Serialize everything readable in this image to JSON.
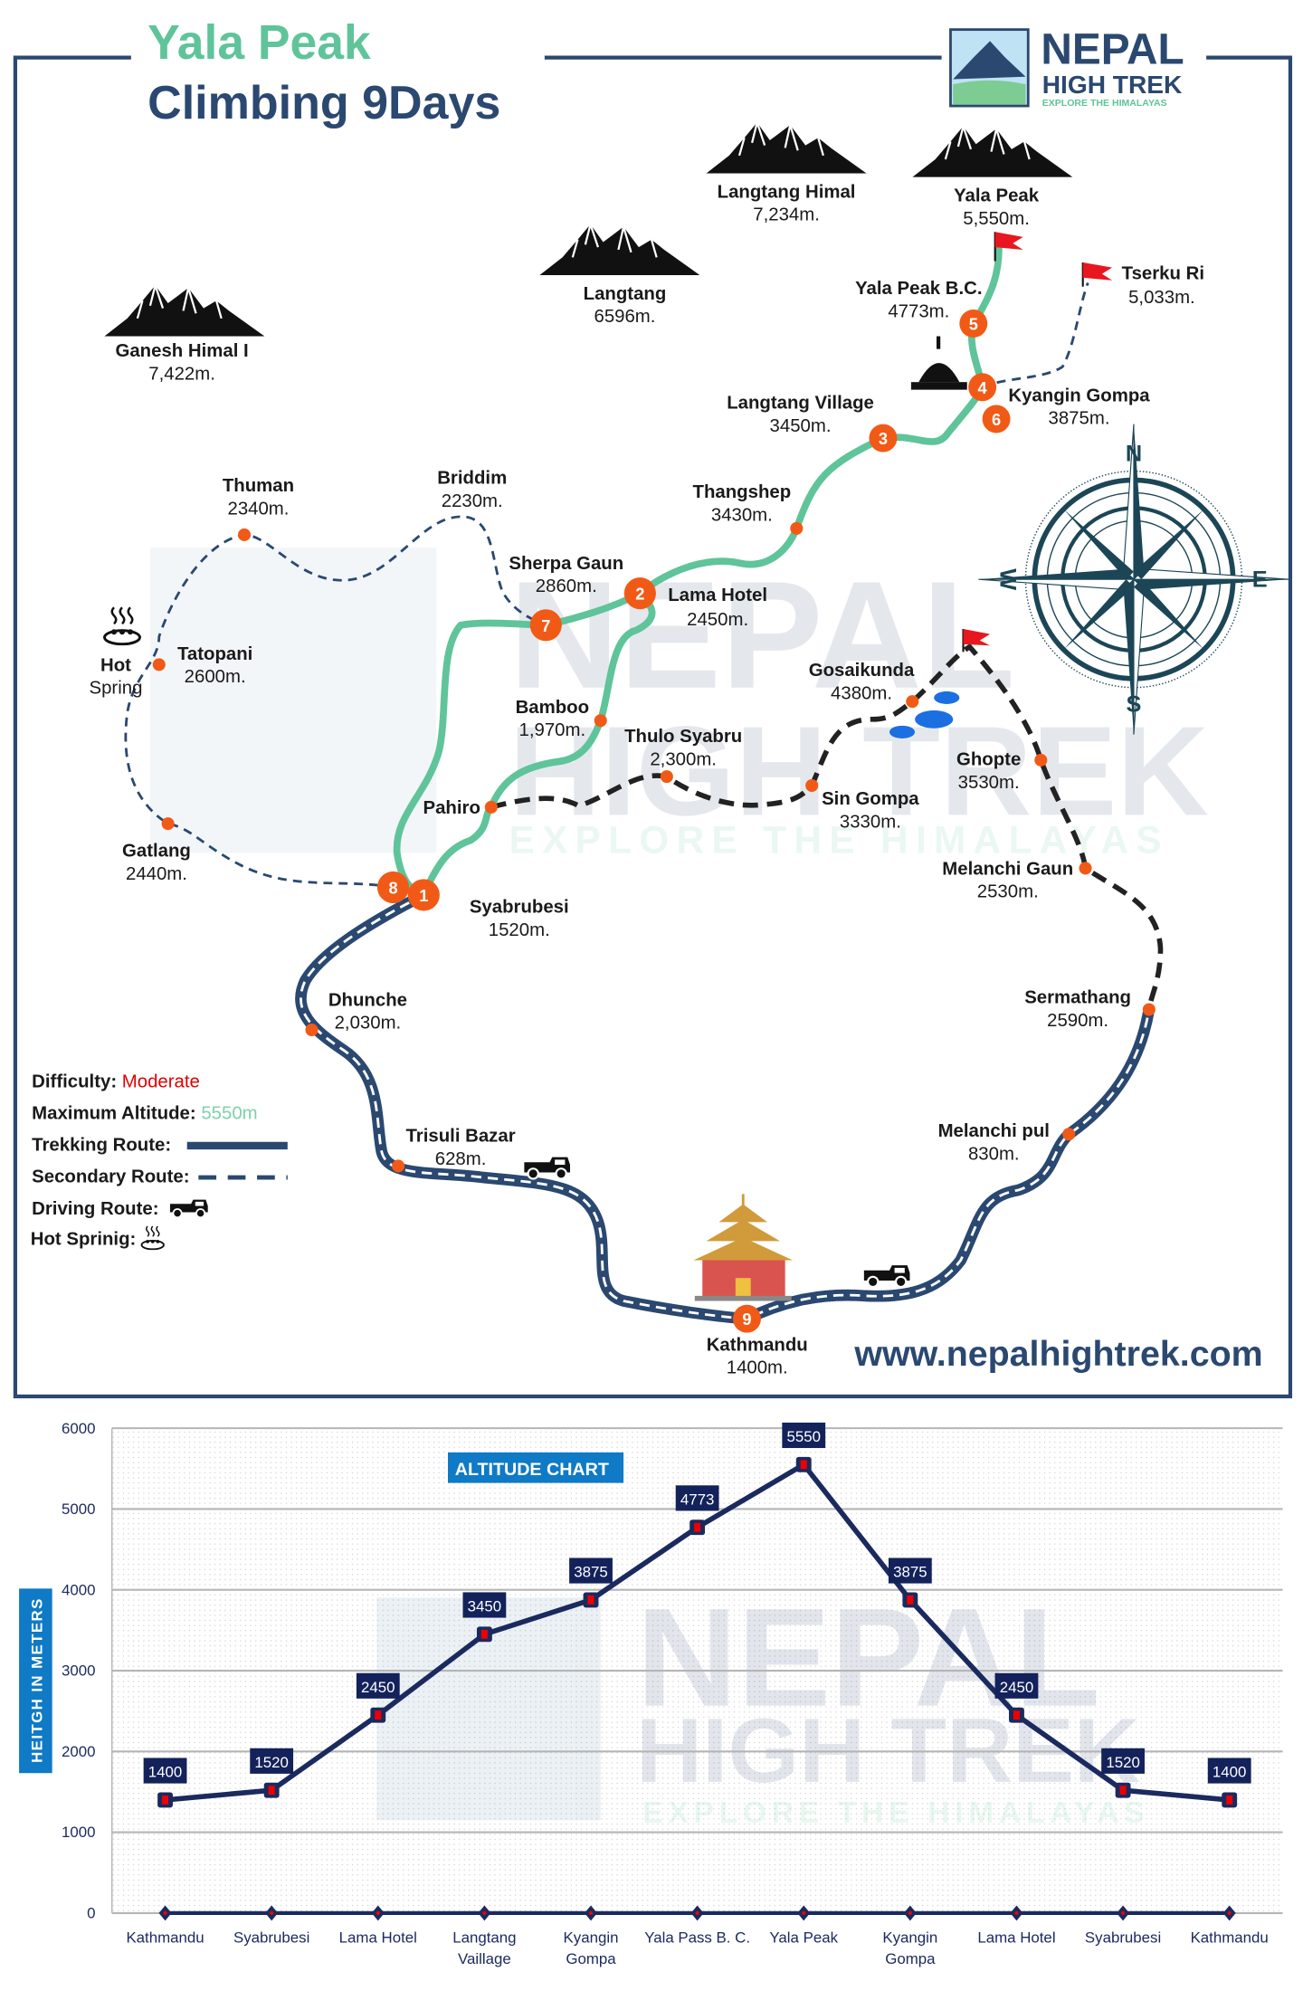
{
  "header": {
    "title_line1": "Yala Peak",
    "title_line2": "Climbing 9Days",
    "logo": {
      "line1": "NEPAL",
      "line2": "HIGH TREK",
      "tagline": "EXPLORE THE HIMALAYAS"
    }
  },
  "colors": {
    "navy": "#2a4870",
    "green": "#5fc49a",
    "orange": "#f15a16",
    "red": "#e00000",
    "chart_line": "#1b2a5e",
    "chart_label_bg": "#0f7ac6"
  },
  "mountains": [
    {
      "name": "Ganesh Himal I",
      "alt": "7,422m."
    },
    {
      "name": "Langtang",
      "alt": "6596m."
    },
    {
      "name": "Langtang Himal",
      "alt": "7,234m."
    },
    {
      "name": "Yala Peak",
      "alt": "5,550m."
    }
  ],
  "places": {
    "yala_bc": {
      "name": "Yala Peak B.C.",
      "alt": "4773m."
    },
    "tserku": {
      "name": "Tserku Ri",
      "alt": "5,033m."
    },
    "kyangin": {
      "name": "Kyangin Gompa",
      "alt": "3875m."
    },
    "langtang_village": {
      "name": "Langtang Village",
      "alt": "3450m."
    },
    "thangshep": {
      "name": "Thangshep",
      "alt": "3430m."
    },
    "sherpa_gaun": {
      "name": "Sherpa Gaun",
      "alt": "2860m."
    },
    "lama_hotel": {
      "name": "Lama Hotel",
      "alt": "2450m."
    },
    "briddim": {
      "name": "Briddim",
      "alt": "2230m."
    },
    "thuman": {
      "name": "Thuman",
      "alt": "2340m."
    },
    "tatopani": {
      "name": "Tatopani",
      "alt": "2600m."
    },
    "hot_spring": {
      "line1": "Hot",
      "line2": "Spring"
    },
    "bamboo": {
      "name": "Bamboo",
      "alt": "1,970m."
    },
    "thulo_syabru": {
      "name": "Thulo Syabru",
      "alt": "2,300m."
    },
    "gosaikunda": {
      "name": "Gosaikunda",
      "alt": "4380m."
    },
    "ghopte": {
      "name": "Ghopte",
      "alt": "3530m."
    },
    "sin_gompa": {
      "name": "Sin Gompa",
      "alt": "3330m."
    },
    "pahiro": {
      "name": "Pahiro"
    },
    "gatlang": {
      "name": "Gatlang",
      "alt": "2440m."
    },
    "syabrubesi": {
      "name": "Syabrubesi",
      "alt": "1520m."
    },
    "melanchi_gaun": {
      "name": "Melanchi Gaun",
      "alt": "2530m."
    },
    "dhunche": {
      "name": "Dhunche",
      "alt": "2,030m."
    },
    "sermathang": {
      "name": "Sermathang",
      "alt": "2590m."
    },
    "trisuli": {
      "name": "Trisuli Bazar",
      "alt": "628m."
    },
    "melanchi_pul": {
      "name": "Melanchi pul",
      "alt": "830m."
    },
    "kathmandu": {
      "name": "Kathmandu",
      "alt": "1400m."
    }
  },
  "day_markers": [
    "1",
    "2",
    "3",
    "4",
    "5",
    "6",
    "7",
    "8",
    "9"
  ],
  "compass": {
    "n": "N",
    "e": "E",
    "s": "S",
    "w": "W"
  },
  "website": "www.nepalhightrek.com",
  "legend": {
    "difficulty_label": "Difficulty:",
    "difficulty_value": "Moderate",
    "max_alt_label": "Maximum Altitude:",
    "max_alt_value": "5550m",
    "trekking_label": "Trekking Route:",
    "secondary_label": "Secondary Route:",
    "driving_label": "Driving Route:",
    "hot_spring_label": "Hot Sprinig:"
  },
  "watermark": {
    "line1": "NEPAL",
    "line2": "HIGH TREK",
    "line3": "EXPLORE THE HIMALAYAS"
  },
  "chart_data": {
    "type": "line",
    "title": "ALTITUDE CHART",
    "ylabel": "HEITGH IN METERS",
    "xlabel": "",
    "ylim": [
      0,
      6000
    ],
    "yticks": [
      0,
      1000,
      2000,
      3000,
      4000,
      5000,
      6000
    ],
    "categories": [
      "Kathmandu",
      "Syabrubesi",
      "Lama Hotel",
      "Langtang Vaillage",
      "Kyangin Gompa",
      "Yala Pass B. C.",
      "Yala Peak",
      "Kyangin Gompa",
      "Lama Hotel",
      "Syabrubesi",
      "Kathmandu"
    ],
    "series": [
      {
        "name": "Altitude",
        "values": [
          1400,
          1520,
          2450,
          3450,
          3875,
          4773,
          5550,
          3875,
          2450,
          1520,
          1400
        ],
        "labels": [
          "1400",
          "1520",
          "2450",
          "3450",
          "3875",
          "4773",
          "5550",
          "3875",
          "2450",
          "1520",
          "1400"
        ]
      },
      {
        "name": "Base",
        "values": [
          0,
          0,
          0,
          0,
          0,
          0,
          0,
          0,
          0,
          0,
          0
        ]
      }
    ],
    "grid": true,
    "legend": "none"
  }
}
